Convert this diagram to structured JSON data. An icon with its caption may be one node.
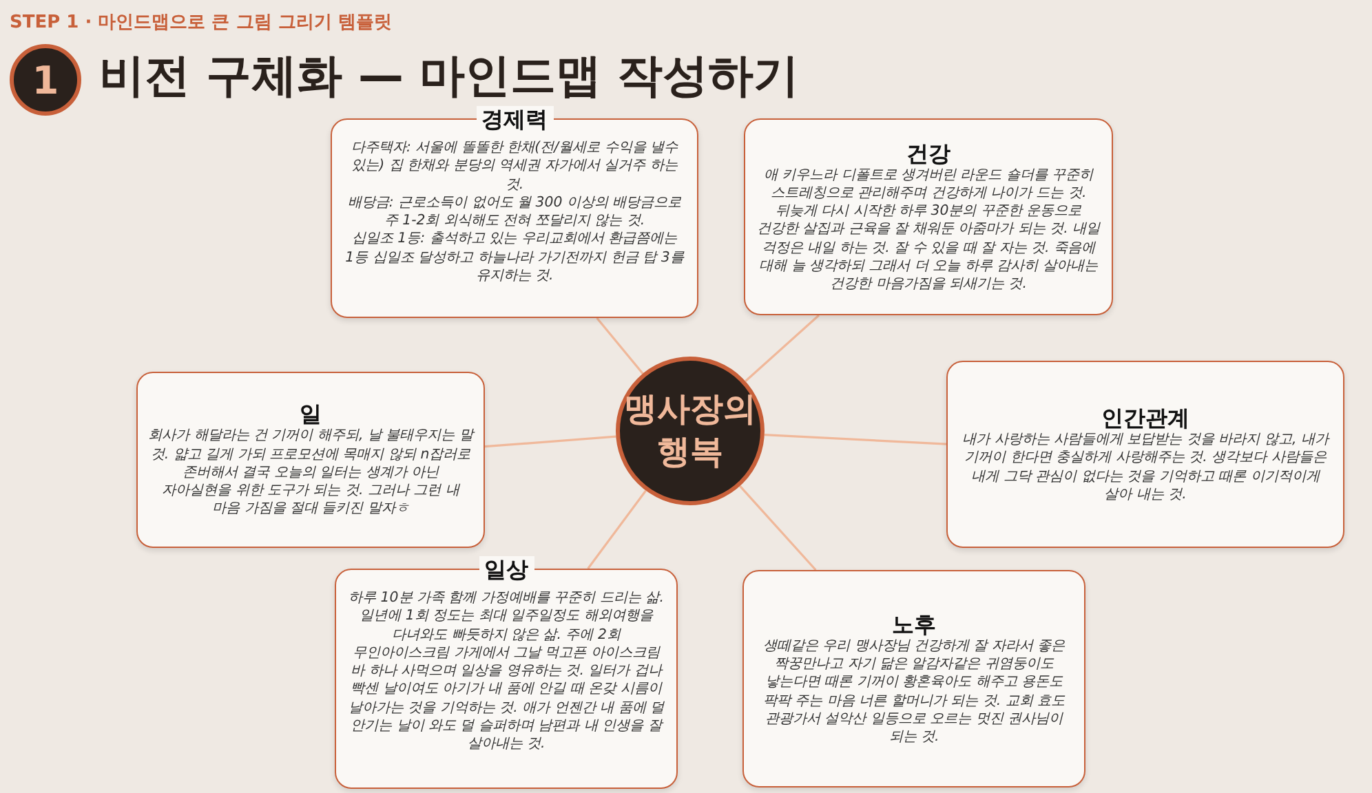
{
  "diagram": {
    "title": "비전 구체화 — 마인드맵 작성하기",
    "nodes": [
      {
        "text": [
          "1"
        ]
      },
      {
        "text": [
          "맹사장의 행복"
        ]
      },
      {
        "text": [
          "경제력",
          "다주택자: 서울에 똘똘한 한채(전/월세로 수익을 낼수 있는) 집 한채와 분당의 역세권 자가에서 실거주 하는 것.",
          "배당금: 근로소득이 없어도 월 300 이상의 배당금으로 주 1-2회 외식해도 전혀 쪼달리지 않는 것.",
          "십일조 1등: 출석하고 있는 우리교회에서 환급쯤에는 1등 십일조 달성하고 하늘나라 가기전까지 헌금 탑 3를 유지하는 것."
        ]
      },
      {
        "text": [
          "건강",
          "애 키우느라 디폴트로 생겨버린 라운드 숄더를 꾸준히 스트레칭으로 관리해주며 건강하게 나이가 드는 것. 뒤늦게 다시 시작한 하루 30분의 꾸준한 운동으로 건강한 살집과 근육을 잘 채워둔 아줌마가 되는 것. 내일 걱정은 내일 하는 것. 잘 수 있을 때 잘 자는 것. 죽음에 대해 늘 생각하되 그래서 더 오늘 하루 감사히 살아내는 건강한 마음가짐을 되새기는 것."
        ]
      },
      {
        "text": [
          "일",
          "회사가 해달라는 건 기꺼이 해주되, 날 불태우지는 말 것. 얇고 길게 가되 프로모션에 목매지 않되 n잡러로 존버해서 결국 오늘의 일터는 생계가 아닌 자아실현을 위한 도구가 되는 것. 그러나 그런 내 마음 가짐을 절대 들키진 말자ㅎ"
        ]
      },
      {
        "text": [
          "인간관계",
          "내가 사랑하는 사람들에게 보답받는 것을 바라지 않고, 내가 기꺼이 한다면 충실하게 사랑해주는 것. 생각보다 사람들은 내게 그닥 관심이 없다는 것을 기억하고 때론 이기적이게 살아 내는 것."
        ]
      },
      {
        "text": [
          "일상",
          "하루 10분 가족 함께 가정예배를 꾸준히 드리는 삶. 일년에 1회 정도는 최대 일주일정도 해외여행을 다녀와도 빠듯하지 않은 삶. 주에 2회 무인아이스크림 가게에서 그날 먹고픈 아이스크림 바 하나 사먹으며 일상을 영유하는 것. 일터가 겁나 빡센 날이여도 아기가 내 품에 안길 때 온갖 시름이 날아가는 것을 기억하는 것. 애가 언젠간 내 품에 덜 안기는 날이 와도 덜 슬퍼하며 남편과 내 인생을 잘 살아내는 것."
        ]
      },
      {
        "text": [
          "노후",
          "생떼같은 우리 맹사장님 건강하게 잘 자라서 좋은 짝꿍만나고 자기 닮은 알감자같은 귀염둥이도 낳는다면 때론 기꺼이 황혼육아도 해주고 용돈도 팍팍 주는 마음 너른 할머니가 되는 것. 교회 효도 관광가서 설악산 일등으로 오르는 멋진 권사님이 되는 것."
        ]
      }
    ],
    "edges": [
      {
        "from": 1,
        "to": 2,
        "arrow": "none"
      },
      {
        "from": 1,
        "to": 3,
        "arrow": "none"
      },
      {
        "from": 1,
        "to": 4,
        "arrow": "none"
      },
      {
        "from": 1,
        "to": 5,
        "arrow": "none"
      },
      {
        "from": 1,
        "to": 6,
        "arrow": "none"
      },
      {
        "from": 1,
        "to": 7,
        "arrow": "none"
      }
    ],
    "labels": [
      "STEP 1 · 마인드맵으로 큰 그림 그리기 템플릿"
    ]
  }
}
